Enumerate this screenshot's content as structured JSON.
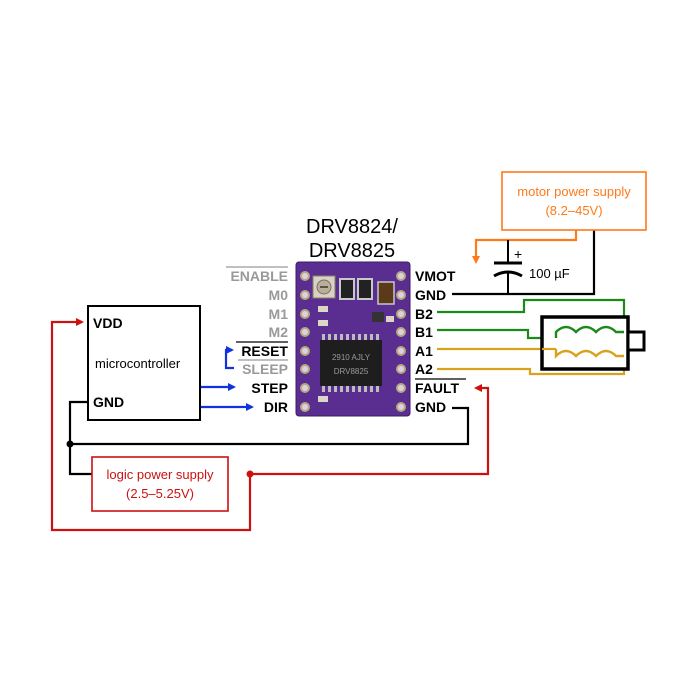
{
  "board": {
    "title_line1": "DRV8824/",
    "title_line2": "DRV8825",
    "chip_marking_line1": "DRV8825",
    "chip_marking_line2": "2910 AJLY"
  },
  "left_pins": {
    "enable": "ENABLE",
    "m0": "M0",
    "m1": "M1",
    "m2": "M2",
    "reset": "RESET",
    "sleep": "SLEEP",
    "step": "STEP",
    "dir": "DIR"
  },
  "right_pins": {
    "vmot": "VMOT",
    "gnd_top": "GND",
    "b2": "B2",
    "b1": "B1",
    "a1": "A1",
    "a2": "A2",
    "fault": "FAULT",
    "gnd_bottom": "GND"
  },
  "microcontroller": {
    "vdd": "VDD",
    "name": "microcontroller",
    "gnd": "GND"
  },
  "motor_supply": {
    "line1": "motor power supply",
    "line2": "(8.2–45V)"
  },
  "logic_supply": {
    "line1": "logic power supply",
    "line2": "(2.5–5.25V)"
  },
  "capacitor": {
    "value": "100 µF",
    "polarity": "+"
  },
  "colors": {
    "logic_power": "#cc1111",
    "motor_power": "#ff7a1a",
    "signal": "#1133dd",
    "coil_b": "#1a8a1a",
    "coil_a": "#d9a21b",
    "ground": "#000000",
    "pcb": "#5a2d91",
    "disabled_pin": "#9a9a9a"
  }
}
